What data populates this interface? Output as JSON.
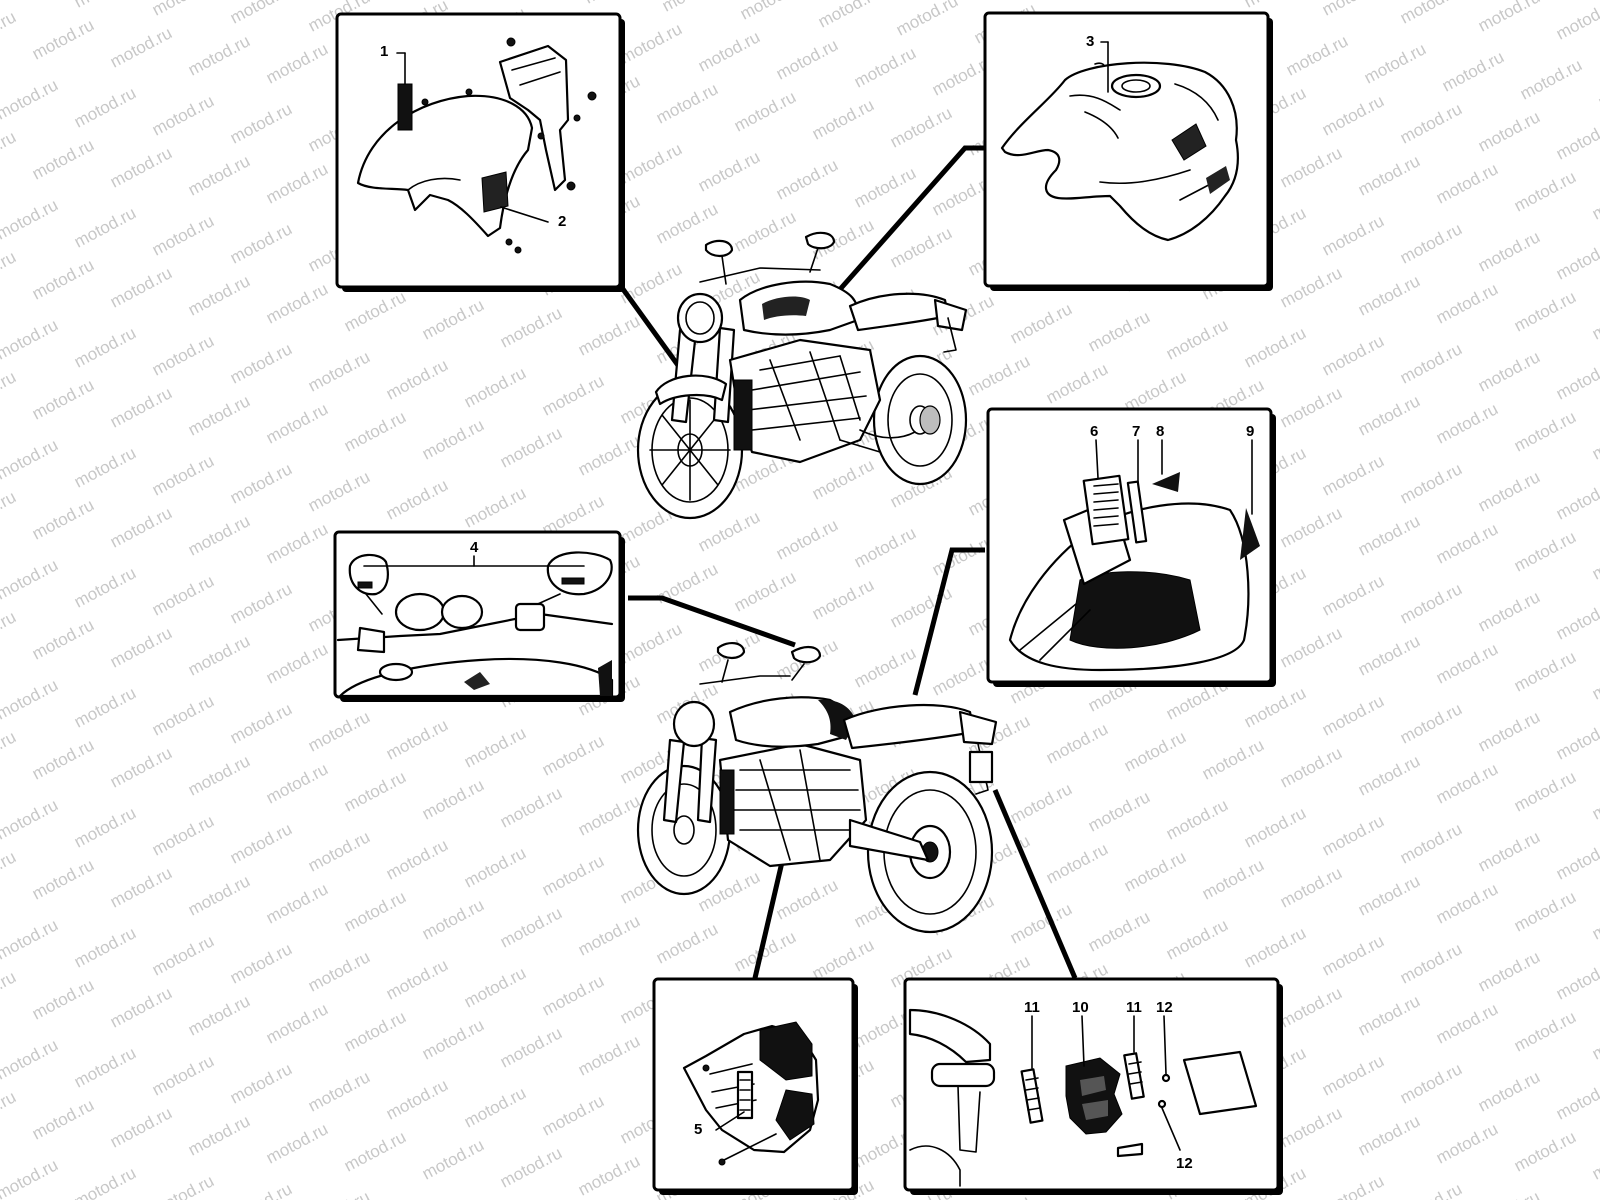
{
  "watermark": {
    "text": "motod.ru"
  },
  "callouts": {
    "n1": "1",
    "n2": "2",
    "n3": "3",
    "n4": "4",
    "n5": "5",
    "n6": "6",
    "n7": "7",
    "n8": "8",
    "n9": "9",
    "n10": "10",
    "n11a": "11",
    "n11b": "11",
    "n12a": "12",
    "n12b": "12"
  }
}
